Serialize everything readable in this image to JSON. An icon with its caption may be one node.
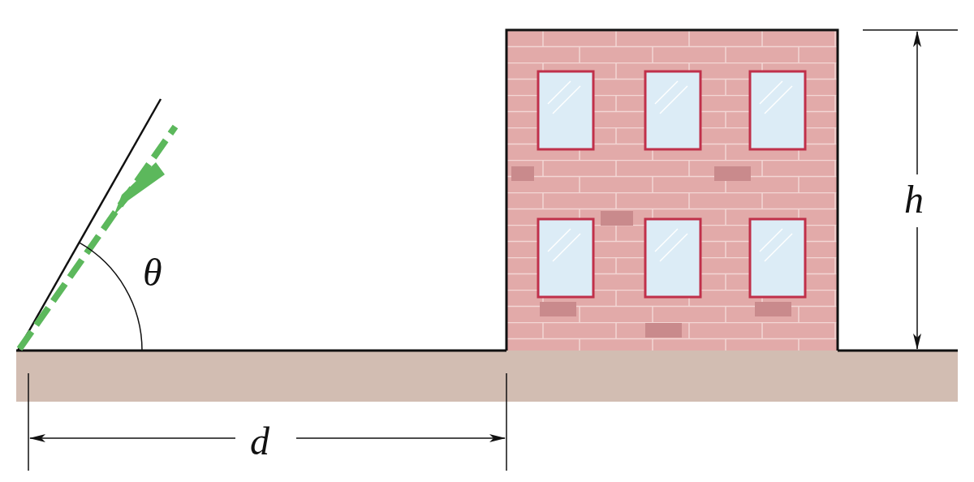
{
  "diagram": {
    "labels": [
      "θ",
      "h",
      "d"
    ]
  }
}
